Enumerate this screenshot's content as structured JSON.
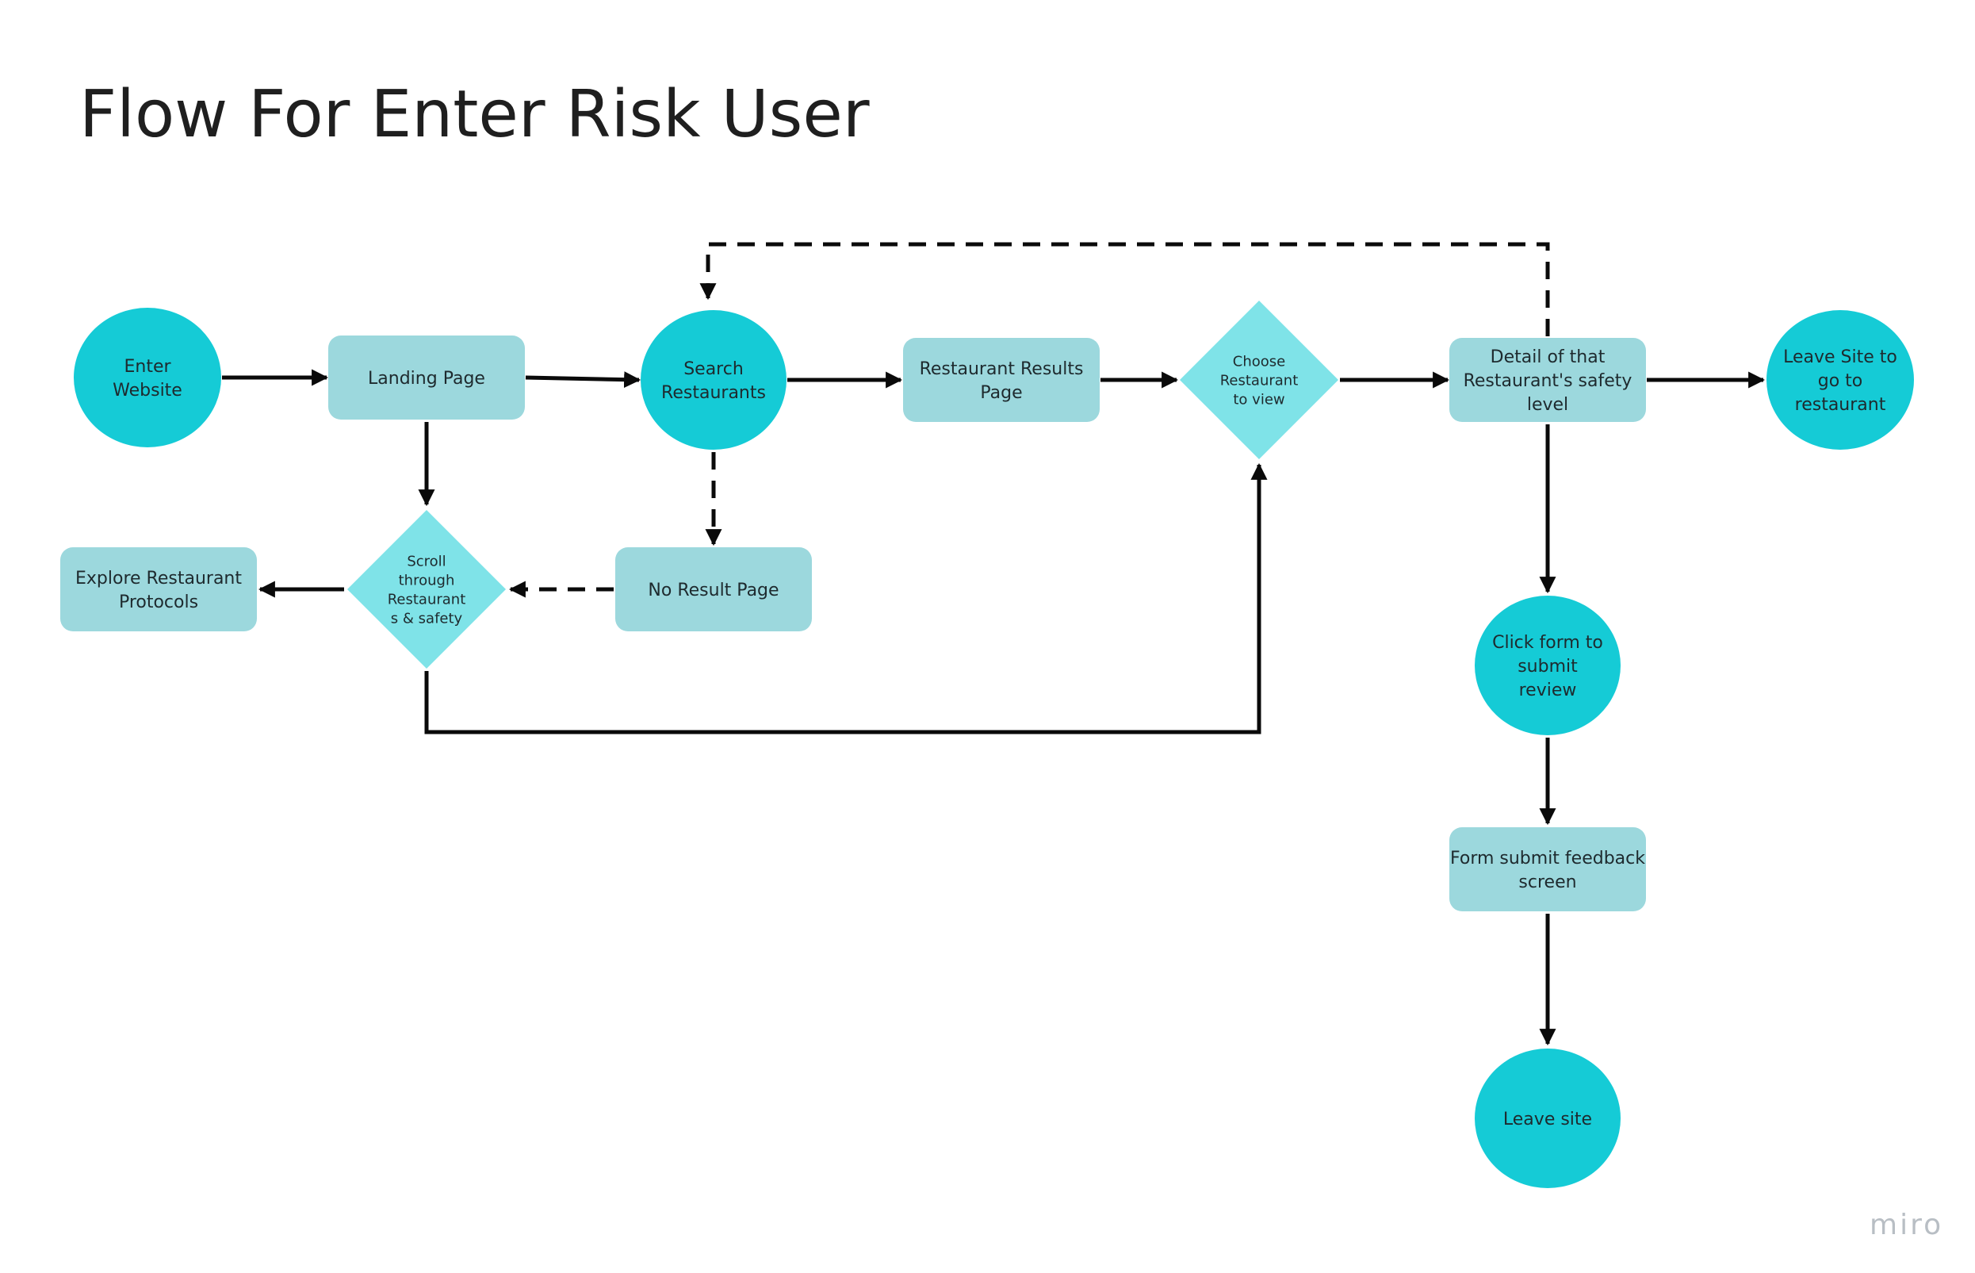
{
  "title": "Flow For Enter Risk User",
  "watermark": "miro",
  "colors": {
    "circle": "#15cbd6",
    "box": "#9cd8dd",
    "diamond": "#7fe3e8",
    "edge": "#0a0a0a",
    "text": "#1e2a2e"
  },
  "nodes": [
    {
      "id": "enter-website",
      "shape": "circle",
      "lines": [
        "Enter",
        "Website"
      ]
    },
    {
      "id": "landing-page",
      "shape": "box",
      "lines": [
        "Landing Page"
      ]
    },
    {
      "id": "search-restaurants",
      "shape": "circle",
      "lines": [
        "Search",
        "Restaurants"
      ]
    },
    {
      "id": "restaurant-results-page",
      "shape": "box",
      "lines": [
        "Restaurant Results",
        "Page"
      ]
    },
    {
      "id": "choose-restaurant",
      "shape": "diamond",
      "lines": [
        "Choose",
        "Restaurant",
        "to view"
      ]
    },
    {
      "id": "detail-safety-level",
      "shape": "box",
      "lines": [
        "Detail of that",
        "Restaurant's safety",
        "level"
      ]
    },
    {
      "id": "leave-site-to-restaurant",
      "shape": "circle",
      "lines": [
        "Leave Site to",
        "go to",
        "restaurant"
      ]
    },
    {
      "id": "explore-protocols",
      "shape": "box",
      "lines": [
        "Explore Restaurant",
        "Protocols"
      ]
    },
    {
      "id": "scroll-through",
      "shape": "diamond",
      "lines": [
        "Scroll",
        "through",
        "Restaurant",
        "s & safety"
      ]
    },
    {
      "id": "no-result-page",
      "shape": "box",
      "lines": [
        "No Result Page"
      ]
    },
    {
      "id": "click-form",
      "shape": "circle",
      "lines": [
        "Click form to",
        "submit",
        "review"
      ]
    },
    {
      "id": "form-feedback",
      "shape": "box",
      "lines": [
        "Form submit feedback",
        "screen"
      ]
    },
    {
      "id": "leave-site",
      "shape": "circle",
      "lines": [
        "Leave site"
      ]
    }
  ],
  "edges": [
    {
      "from": "enter-website",
      "to": "landing-page",
      "style": "solid"
    },
    {
      "from": "landing-page",
      "to": "search-restaurants",
      "style": "solid"
    },
    {
      "from": "search-restaurants",
      "to": "restaurant-results-page",
      "style": "solid"
    },
    {
      "from": "restaurant-results-page",
      "to": "choose-restaurant",
      "style": "solid"
    },
    {
      "from": "choose-restaurant",
      "to": "detail-safety-level",
      "style": "solid"
    },
    {
      "from": "detail-safety-level",
      "to": "leave-site-to-restaurant",
      "style": "solid"
    },
    {
      "from": "detail-safety-level",
      "to": "search-restaurants",
      "style": "dashed"
    },
    {
      "from": "landing-page",
      "to": "scroll-through",
      "style": "solid"
    },
    {
      "from": "search-restaurants",
      "to": "no-result-page",
      "style": "dashed"
    },
    {
      "from": "no-result-page",
      "to": "scroll-through",
      "style": "dashed"
    },
    {
      "from": "scroll-through",
      "to": "explore-protocols",
      "style": "solid"
    },
    {
      "from": "scroll-through",
      "to": "choose-restaurant",
      "style": "solid"
    },
    {
      "from": "detail-safety-level",
      "to": "click-form",
      "style": "solid"
    },
    {
      "from": "click-form",
      "to": "form-feedback",
      "style": "solid"
    },
    {
      "from": "form-feedback",
      "to": "leave-site",
      "style": "solid"
    }
  ]
}
